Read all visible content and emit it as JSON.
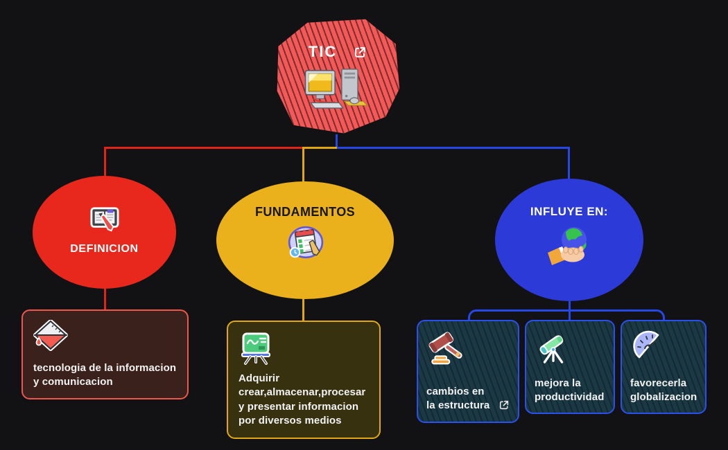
{
  "page": {
    "background": "#121214"
  },
  "root": {
    "label": "TIC",
    "shape": "scribble-hexagon",
    "fill": "#f15a58",
    "external_link": true
  },
  "branches": {
    "definicion": {
      "label": "DEFINICION",
      "fill": "#e8281d",
      "text_color": "#ffffff",
      "connector_color": "#e0241a",
      "child": {
        "text": "tecnologia de la informacion y comunicacion",
        "border_color": "#f0574d",
        "background": "#3b211c"
      }
    },
    "fundamentos": {
      "label": "FUNDAMENTOS",
      "fill": "#eab11d",
      "text_color": "#161616",
      "connector_color": "#e0a70e",
      "child": {
        "text": "Adquirir\ncrear,almacenar,procesar y presentar informacion por diversos medios",
        "border_color": "#e2aa10",
        "background": "#373110"
      }
    },
    "influye": {
      "label": "INFLUYE EN:",
      "fill": "#2c3bd8",
      "text_color": "#ffffff",
      "connector_color": "#2847e8",
      "child_border_color": "#2b50f0",
      "child_background": "#1b3944",
      "children": [
        {
          "text": "cambios en la estructura",
          "external_link": true
        },
        {
          "text": "mejora la productividad",
          "external_link": false
        },
        {
          "text": "favorecerla globalizacion",
          "external_link": false
        }
      ]
    }
  }
}
